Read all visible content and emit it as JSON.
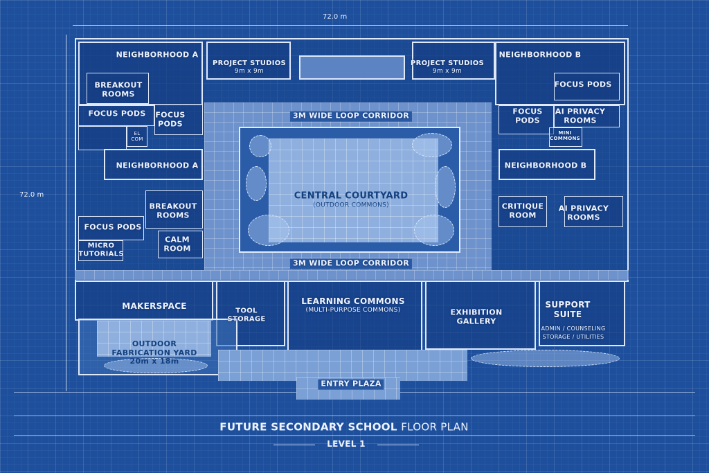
{
  "dimensions": {
    "width": "72.0 m",
    "height": "72.0 m"
  },
  "title": {
    "bold": "FUTURE SECONDARY SCHOOL",
    "regular": "FLOOR PLAN",
    "level": "LEVEL 1"
  },
  "rooms": {
    "neighborhood_a_top": "NEIGHBORHOOD A",
    "breakout_a_top": [
      "BREAKOUT",
      "ROOMS"
    ],
    "focus_pods_a1": "FOCUS PODS",
    "focus_pods_a2": [
      "FOCUS",
      "PODS"
    ],
    "elec_com": [
      "EL",
      "COM"
    ],
    "neighborhood_a_mid": "NEIGHBORHOOD A",
    "breakout_a_mid": [
      "BREAKOUT",
      "ROOMS"
    ],
    "focus_pods_a3": "FOCUS PODS",
    "calm_room": [
      "CALM",
      "ROOM"
    ],
    "micro_tutorials": [
      "MICRO",
      "TUTORIALS"
    ],
    "project_studios_left": [
      "PROJECT STUDIOS",
      "9m x 9m"
    ],
    "project_studios_right": [
      "PROJECT STUDIOS",
      "9m x 9m"
    ],
    "neighborhood_b_top": "NEIGHBORHOOD B",
    "focus_pods_b1": "FOCUS PODS",
    "focus_pods_b2": [
      "FOCUS",
      "PODS"
    ],
    "ai_privacy_top": [
      "AI PRIVACY",
      "ROOMS"
    ],
    "mini_commons": [
      "MINI",
      "COMMONS"
    ],
    "neighborhood_b_mid": "NEIGHBORHOOD B",
    "critique_room": [
      "CRITIQUE",
      "ROOM"
    ],
    "ai_privacy_mid": [
      "AI PRIVACY",
      "ROOMS"
    ],
    "corridor_top": "3M WIDE LOOP CORRIDOR",
    "corridor_bottom": "3M WIDE LOOP CORRIDOR",
    "courtyard": [
      "CENTRAL COURTYARD",
      "(OUTDOOR COMMONS)"
    ],
    "makerspace": "MAKERSPACE",
    "tool_storage": [
      "TOOL",
      "STORAGE"
    ],
    "learning_commons": [
      "LEARNING COMMONS",
      "(MULTI-PURPOSE COMMONS)"
    ],
    "exhibition_gallery": [
      "EXHIBITION",
      "GALLERY"
    ],
    "support_suite": [
      "SUPPORT",
      "SUITE"
    ],
    "support_detail": [
      "ADMIN / COUNSELING",
      "STORAGE / UTILITIES"
    ],
    "fabrication_yard": [
      "OUTDOOR",
      "FABRICATION YARD",
      "20m x 18m"
    ],
    "entry_plaza": "ENTRY PLAZA"
  }
}
